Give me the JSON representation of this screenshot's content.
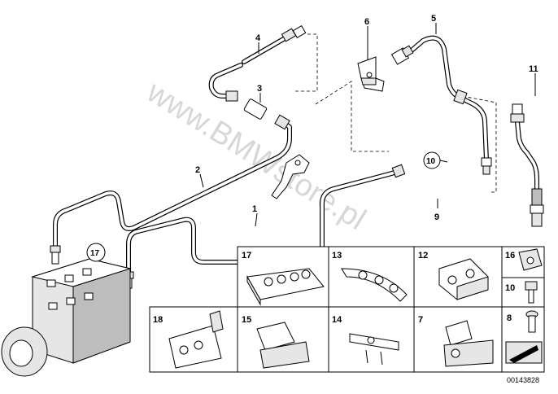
{
  "diagram": {
    "watermark": "www.BMWstore.pl",
    "reference_number": "00143828",
    "callouts": [
      {
        "id": "c1",
        "label": "1"
      },
      {
        "id": "c2",
        "label": "2"
      },
      {
        "id": "c3",
        "label": "3"
      },
      {
        "id": "c4",
        "label": "4"
      },
      {
        "id": "c5",
        "label": "5"
      },
      {
        "id": "c6",
        "label": "6"
      },
      {
        "id": "c9",
        "label": "9"
      },
      {
        "id": "c10circle",
        "label": "10"
      },
      {
        "id": "c11",
        "label": "11"
      },
      {
        "id": "c17circle",
        "label": "17"
      }
    ],
    "parts_grid": [
      {
        "id": "p17",
        "label": "17"
      },
      {
        "id": "p13",
        "label": "13"
      },
      {
        "id": "p12",
        "label": "12"
      },
      {
        "id": "p16",
        "label": "16"
      },
      {
        "id": "p10",
        "label": "10"
      },
      {
        "id": "p8",
        "label": "8"
      },
      {
        "id": "p18",
        "label": "18"
      },
      {
        "id": "p15",
        "label": "15"
      },
      {
        "id": "p14",
        "label": "14"
      },
      {
        "id": "p7",
        "label": "7"
      }
    ]
  }
}
